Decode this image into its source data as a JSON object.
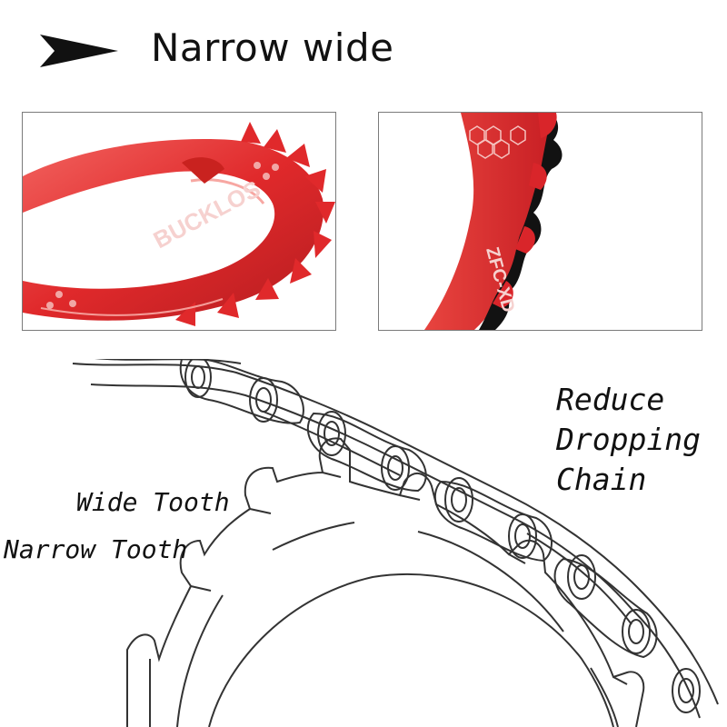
{
  "header": {
    "title": "Narrow wide",
    "arrow_icon": "arrowhead-icon",
    "arrow_color": "#111111"
  },
  "photos": {
    "left": {
      "brand_text": "BUCKLOS",
      "ring_color": "#e0292b"
    },
    "right": {
      "model_text": "ZFC-XD",
      "ring_color": "#d9252a",
      "tooth_edge_color": "#111111"
    }
  },
  "diagram": {
    "labels": {
      "reduce_line1": "Reduce",
      "reduce_line2": "Dropping",
      "reduce_line3": "Chain",
      "wide_tooth": "Wide Tooth",
      "narrow_tooth": "Narrow Tooth"
    },
    "line_color": "#333333"
  }
}
